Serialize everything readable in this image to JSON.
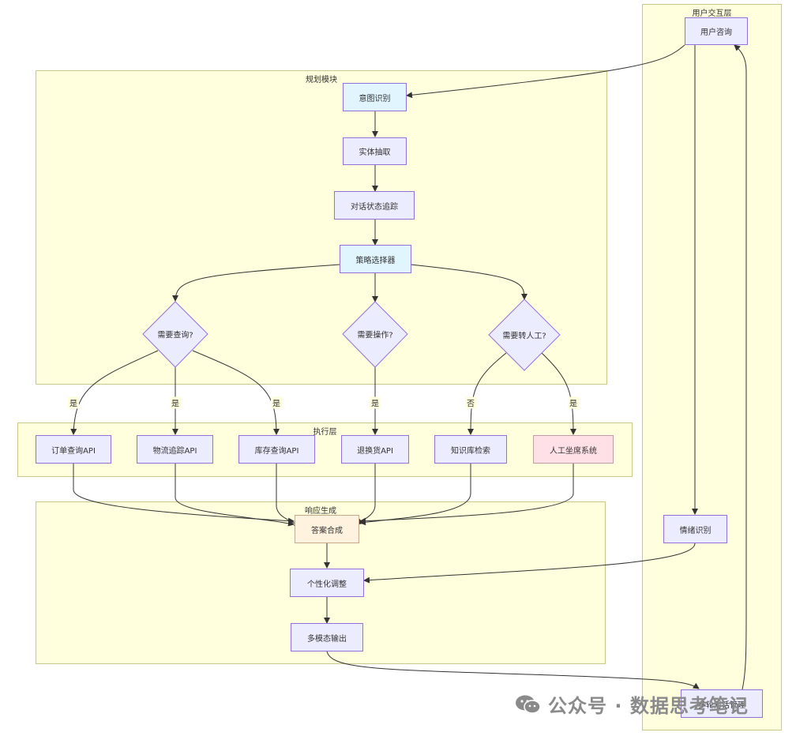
{
  "subgraphs": {
    "user_layer": "用户交互层",
    "planning": "规划模块",
    "execution": "执行层",
    "response": "响应生成"
  },
  "nodes": {
    "user_query": "用户咨询",
    "intent": "意图识别",
    "entity": "实体抽取",
    "dst": "对话状态追踪",
    "policy": "策略选择器",
    "need_query": "需要查询?",
    "need_action": "需要操作?",
    "need_human": "需要转人工?",
    "order_api": "订单查询API",
    "logistics_api": "物流追踪API",
    "inventory_api": "库存查询API",
    "return_api": "退换货API",
    "kb_search": "知识库检索",
    "human_agent": "人工坐席系统",
    "answer": "答案合成",
    "personalize": "个性化调整",
    "multimodal": "多模态输出",
    "emotion": "情绪识别",
    "multi_turn": "多轮对话管理"
  },
  "edge_labels": {
    "yes1": "是",
    "yes2": "是",
    "yes3": "是",
    "yes4": "是",
    "no": "否",
    "yes5": "是"
  },
  "watermark": {
    "text": "公众号 · 数据思考笔记",
    "icon": "wechat-icon"
  },
  "colors": {
    "subgraph_fill": "#ffffdd",
    "node_fill": "#ececff",
    "node_border": "#9370db",
    "blue_fill": "#e1f5fe",
    "orange_fill": "#fff3e0",
    "pink_fill": "#ffe0e6",
    "edge": "#333333"
  }
}
